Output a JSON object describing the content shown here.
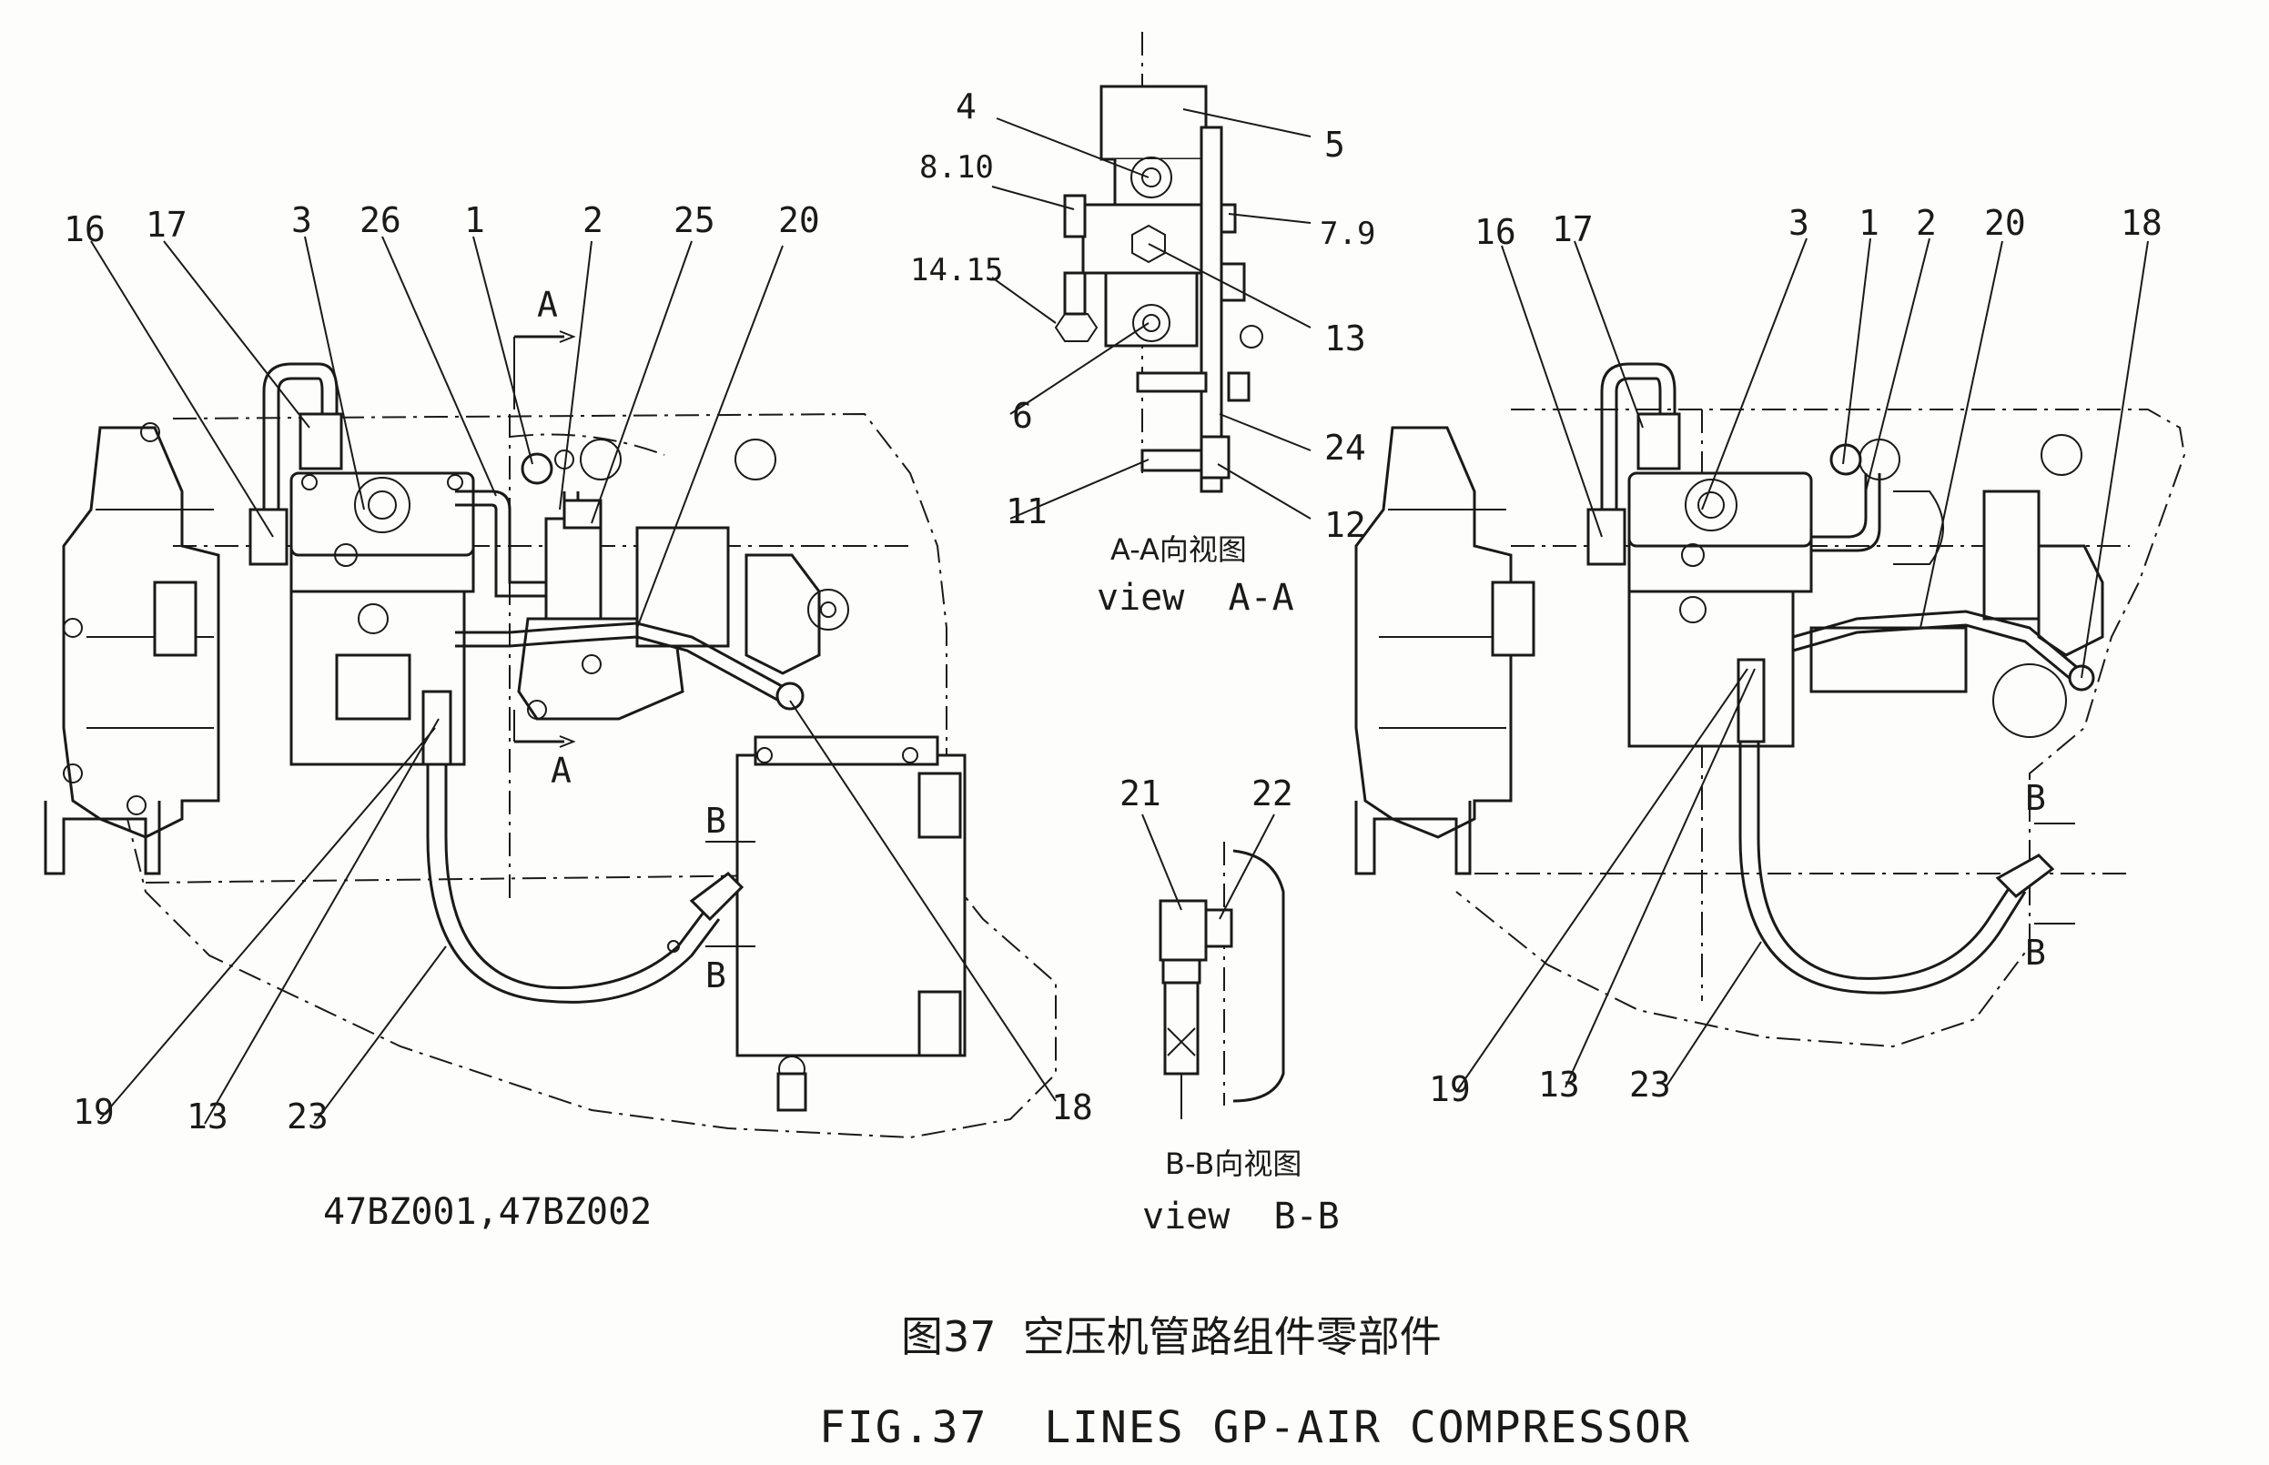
{
  "callouts_left": [
    "16",
    "17",
    "3",
    "26",
    "1",
    "2",
    "25",
    "20",
    "19",
    "13",
    "23",
    "18"
  ],
  "callouts_view_aa": [
    "4",
    "5",
    "8.10",
    "7.9",
    "14.15",
    "13",
    "6",
    "24",
    "11",
    "12"
  ],
  "callouts_view_bb": [
    "21",
    "22"
  ],
  "callouts_right": [
    "16",
    "17",
    "3",
    "1",
    "2",
    "20",
    "18",
    "19",
    "13",
    "23"
  ],
  "section_marks": {
    "a_top": "A",
    "a_bottom": "A",
    "b_left_top": "B",
    "b_left_bottom": "B",
    "b_right_top": "B",
    "b_right_bottom": "B"
  },
  "view_aa": {
    "title_cn": "A-A向视图",
    "title_en": "view  A-A"
  },
  "view_bb": {
    "title_cn": "B-B向视图",
    "title_en": "view  B-B"
  },
  "model_numbers": "47BZ001,47BZ002",
  "caption": {
    "cn": "图37  空压机管路组件零部件",
    "en": "FIG.37  LINES GP-AIR COMPRESSOR"
  }
}
